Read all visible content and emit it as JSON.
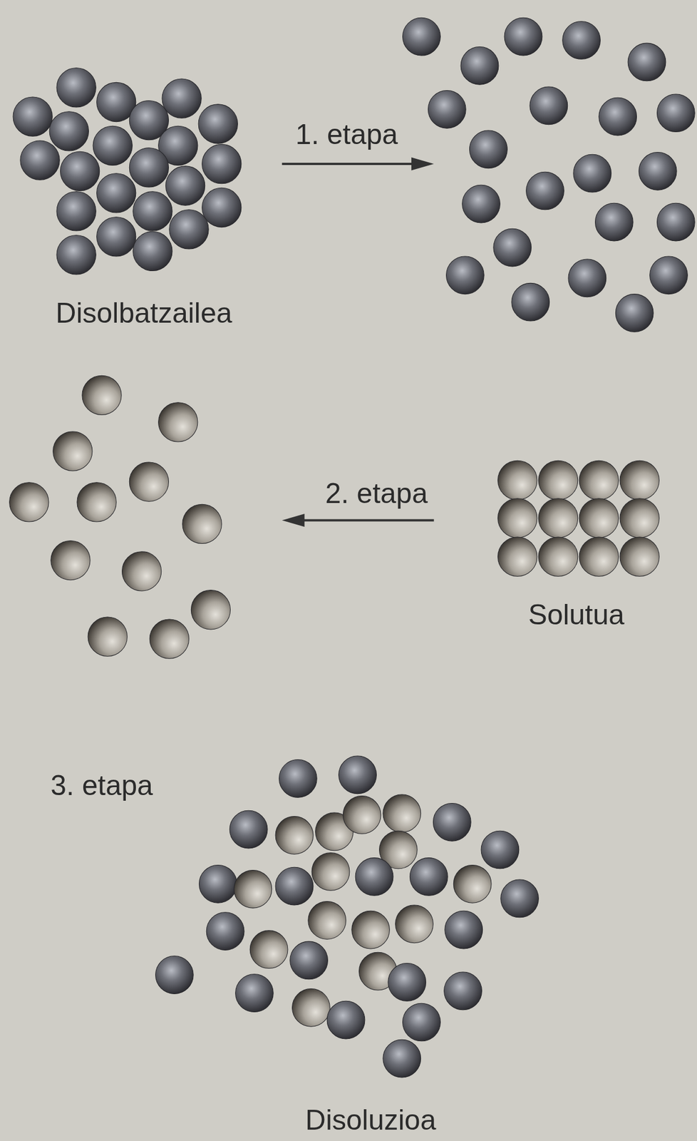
{
  "diagram": {
    "labels": [
      "1. etapa",
      "Disolbatzailea",
      "2. etapa",
      "Solutua",
      "3. etapa",
      "Disoluzioa"
    ]
  }
}
